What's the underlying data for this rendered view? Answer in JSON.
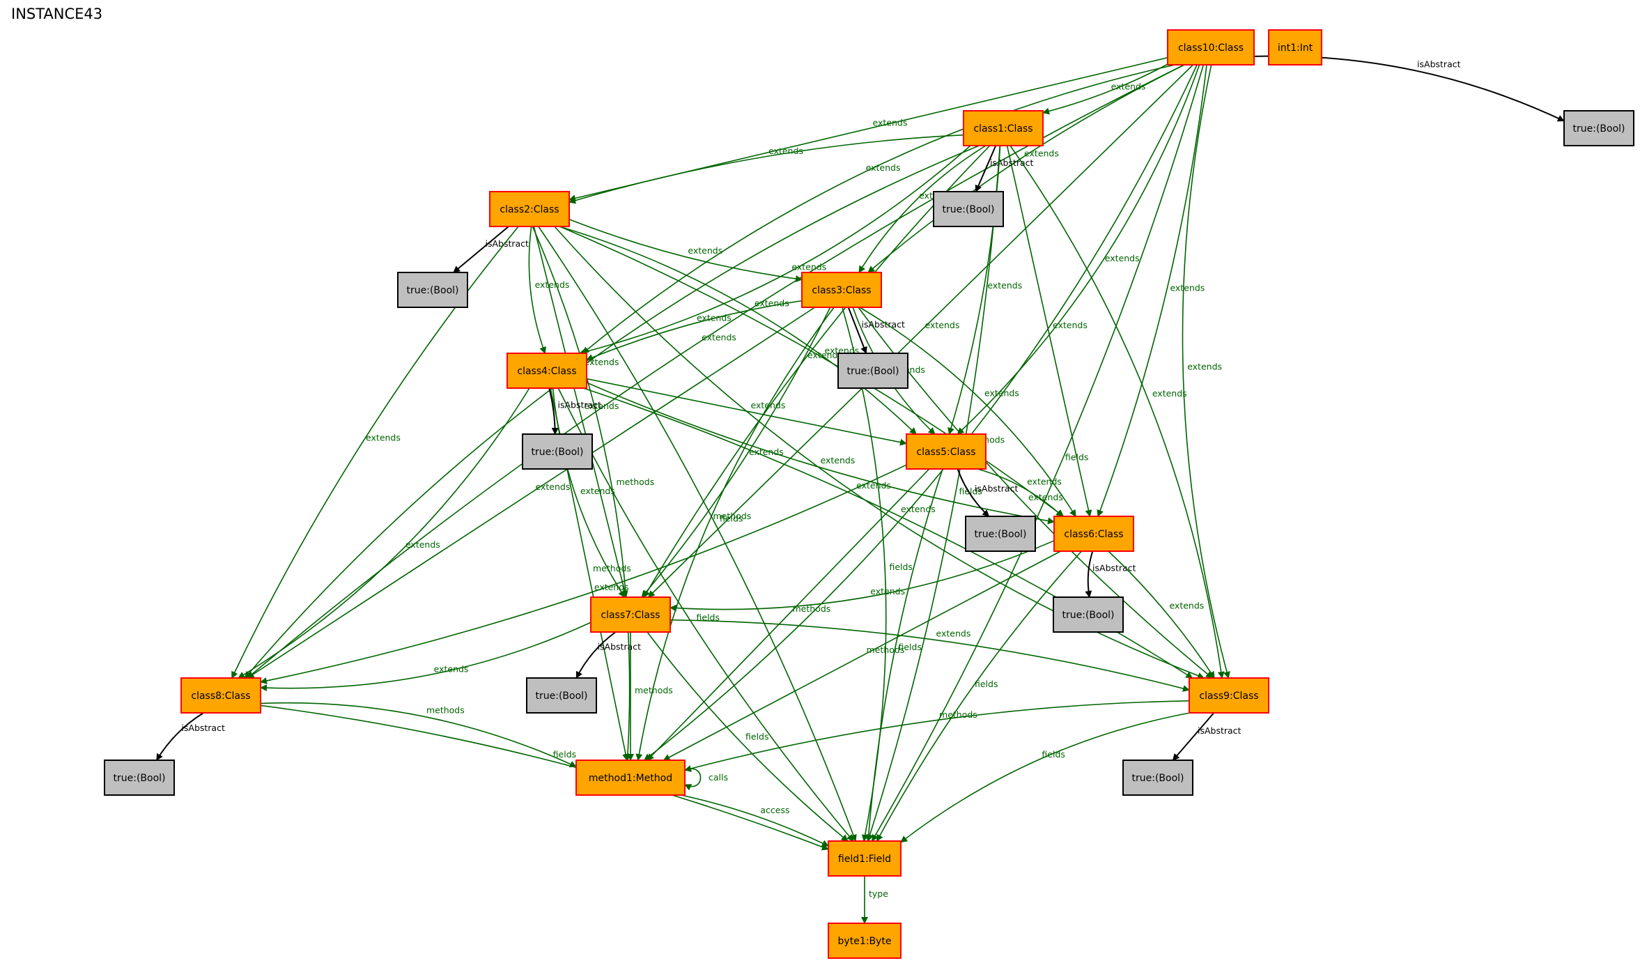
{
  "title": "INSTANCE43",
  "colors": {
    "object_fill": "#ffa500",
    "object_stroke": "#ff0000",
    "bool_fill": "#bfbfbf",
    "bool_stroke": "#000000",
    "extends_edge": "#006400",
    "abstract_edge": "#000000"
  },
  "nodes": [
    {
      "id": "class10",
      "label": "class10:Class",
      "kind": "object"
    },
    {
      "id": "int1",
      "label": "int1:Int",
      "kind": "object"
    },
    {
      "id": "b10",
      "label": "true:(Bool)",
      "kind": "bool"
    },
    {
      "id": "class1",
      "label": "class1:Class",
      "kind": "object"
    },
    {
      "id": "b1",
      "label": "true:(Bool)",
      "kind": "bool"
    },
    {
      "id": "class2",
      "label": "class2:Class",
      "kind": "object"
    },
    {
      "id": "b2",
      "label": "true:(Bool)",
      "kind": "bool"
    },
    {
      "id": "class3",
      "label": "class3:Class",
      "kind": "object"
    },
    {
      "id": "b3",
      "label": "true:(Bool)",
      "kind": "bool"
    },
    {
      "id": "class4",
      "label": "class4:Class",
      "kind": "object"
    },
    {
      "id": "b4",
      "label": "true:(Bool)",
      "kind": "bool"
    },
    {
      "id": "class5",
      "label": "class5:Class",
      "kind": "object"
    },
    {
      "id": "b5",
      "label": "true:(Bool)",
      "kind": "bool"
    },
    {
      "id": "class6",
      "label": "class6:Class",
      "kind": "object"
    },
    {
      "id": "b6",
      "label": "true:(Bool)",
      "kind": "bool"
    },
    {
      "id": "class7",
      "label": "class7:Class",
      "kind": "object"
    },
    {
      "id": "b7",
      "label": "true:(Bool)",
      "kind": "bool"
    },
    {
      "id": "class8",
      "label": "class8:Class",
      "kind": "object"
    },
    {
      "id": "b8",
      "label": "true:(Bool)",
      "kind": "bool"
    },
    {
      "id": "class9",
      "label": "class9:Class",
      "kind": "object"
    },
    {
      "id": "b9",
      "label": "true:(Bool)",
      "kind": "bool"
    },
    {
      "id": "method1",
      "label": "method1:Method",
      "kind": "object"
    },
    {
      "id": "field1",
      "label": "field1:Field",
      "kind": "object"
    },
    {
      "id": "byte1",
      "label": "byte1:Byte",
      "kind": "object"
    }
  ],
  "edges": [
    {
      "from": "class10",
      "to": "b10",
      "label": "isAbstract"
    },
    {
      "from": "class10",
      "to": "class1",
      "label": "extends"
    },
    {
      "from": "class10",
      "to": "class2",
      "label": "extends"
    },
    {
      "from": "class10",
      "to": "class3",
      "label": "extends"
    },
    {
      "from": "class10",
      "to": "class4",
      "label": "extends"
    },
    {
      "from": "class10",
      "to": "class5",
      "label": "extends"
    },
    {
      "from": "class10",
      "to": "class6",
      "label": "extends"
    },
    {
      "from": "class10",
      "to": "class7",
      "label": "extends"
    },
    {
      "from": "class10",
      "to": "class8",
      "label": "extends"
    },
    {
      "from": "class10",
      "to": "class9",
      "label": "extends"
    },
    {
      "from": "class10",
      "to": "method1",
      "label": "methods"
    },
    {
      "from": "class10",
      "to": "field1",
      "label": "fields"
    },
    {
      "from": "class1",
      "to": "b1",
      "label": "isAbstract"
    },
    {
      "from": "class1",
      "to": "class2",
      "label": "extends"
    },
    {
      "from": "class1",
      "to": "class3",
      "label": "extends"
    },
    {
      "from": "class1",
      "to": "class4",
      "label": "extends"
    },
    {
      "from": "class1",
      "to": "class5",
      "label": "extends"
    },
    {
      "from": "class1",
      "to": "class6",
      "label": "extends"
    },
    {
      "from": "class1",
      "to": "class7",
      "label": "extends"
    },
    {
      "from": "class1",
      "to": "class8",
      "label": "extends"
    },
    {
      "from": "class1",
      "to": "class9",
      "label": "extends"
    },
    {
      "from": "class1",
      "to": "field1",
      "label": "fields"
    },
    {
      "from": "class2",
      "to": "b2",
      "label": "isAbstract"
    },
    {
      "from": "class2",
      "to": "class3",
      "label": "extends"
    },
    {
      "from": "class2",
      "to": "class4",
      "label": "extends"
    },
    {
      "from": "class2",
      "to": "class5",
      "label": "extends"
    },
    {
      "from": "class2",
      "to": "class6",
      "label": "extends"
    },
    {
      "from": "class2",
      "to": "class7",
      "label": "extends"
    },
    {
      "from": "class2",
      "to": "class8",
      "label": "extends"
    },
    {
      "from": "class2",
      "to": "class9",
      "label": "extends"
    },
    {
      "from": "class2",
      "to": "method1",
      "label": "methods"
    },
    {
      "from": "class2",
      "to": "field1",
      "label": "fields"
    },
    {
      "from": "class3",
      "to": "b3",
      "label": "isAbstract"
    },
    {
      "from": "class3",
      "to": "class4",
      "label": "extends"
    },
    {
      "from": "class3",
      "to": "class5",
      "label": "extends"
    },
    {
      "from": "class3",
      "to": "class6",
      "label": "extends"
    },
    {
      "from": "class3",
      "to": "class7",
      "label": "extends"
    },
    {
      "from": "class3",
      "to": "class8",
      "label": "extends"
    },
    {
      "from": "class3",
      "to": "class9",
      "label": "extends"
    },
    {
      "from": "class3",
      "to": "method1",
      "label": "methods"
    },
    {
      "from": "class3",
      "to": "field1",
      "label": "fields"
    },
    {
      "from": "class4",
      "to": "b4",
      "label": "isAbstract"
    },
    {
      "from": "class4",
      "to": "class5",
      "label": "extends"
    },
    {
      "from": "class4",
      "to": "class6",
      "label": "extends"
    },
    {
      "from": "class4",
      "to": "class7",
      "label": "extends"
    },
    {
      "from": "class4",
      "to": "class8",
      "label": "extends"
    },
    {
      "from": "class4",
      "to": "class9",
      "label": "extends"
    },
    {
      "from": "class4",
      "to": "method1",
      "label": "methods"
    },
    {
      "from": "class4",
      "to": "field1",
      "label": "fields"
    },
    {
      "from": "class5",
      "to": "b5",
      "label": "isAbstract"
    },
    {
      "from": "class5",
      "to": "class6",
      "label": "extends"
    },
    {
      "from": "class5",
      "to": "class8",
      "label": "extends"
    },
    {
      "from": "class5",
      "to": "method1",
      "label": "methods"
    },
    {
      "from": "class5",
      "to": "field1",
      "label": "fields"
    },
    {
      "from": "class6",
      "to": "b6",
      "label": "isAbstract"
    },
    {
      "from": "class6",
      "to": "class7",
      "label": "extends"
    },
    {
      "from": "class6",
      "to": "class9",
      "label": "extends"
    },
    {
      "from": "class6",
      "to": "method1",
      "label": "methods"
    },
    {
      "from": "class6",
      "to": "field1",
      "label": "fields"
    },
    {
      "from": "class7",
      "to": "b7",
      "label": "isAbstract"
    },
    {
      "from": "class7",
      "to": "class8",
      "label": "extends"
    },
    {
      "from": "class7",
      "to": "class9",
      "label": "extends"
    },
    {
      "from": "class7",
      "to": "method1",
      "label": "methods"
    },
    {
      "from": "class7",
      "to": "field1",
      "label": "fields"
    },
    {
      "from": "class8",
      "to": "b8",
      "label": "isAbstract"
    },
    {
      "from": "class8",
      "to": "method1",
      "label": "methods"
    },
    {
      "from": "class8",
      "to": "field1",
      "label": "fields"
    },
    {
      "from": "class9",
      "to": "b9",
      "label": "isAbstract"
    },
    {
      "from": "class9",
      "to": "method1",
      "label": "methods"
    },
    {
      "from": "class9",
      "to": "field1",
      "label": "fields"
    },
    {
      "from": "method1",
      "to": "method1",
      "label": "calls"
    },
    {
      "from": "method1",
      "to": "field1",
      "label": "access"
    },
    {
      "from": "field1",
      "to": "byte1",
      "label": "type"
    }
  ]
}
